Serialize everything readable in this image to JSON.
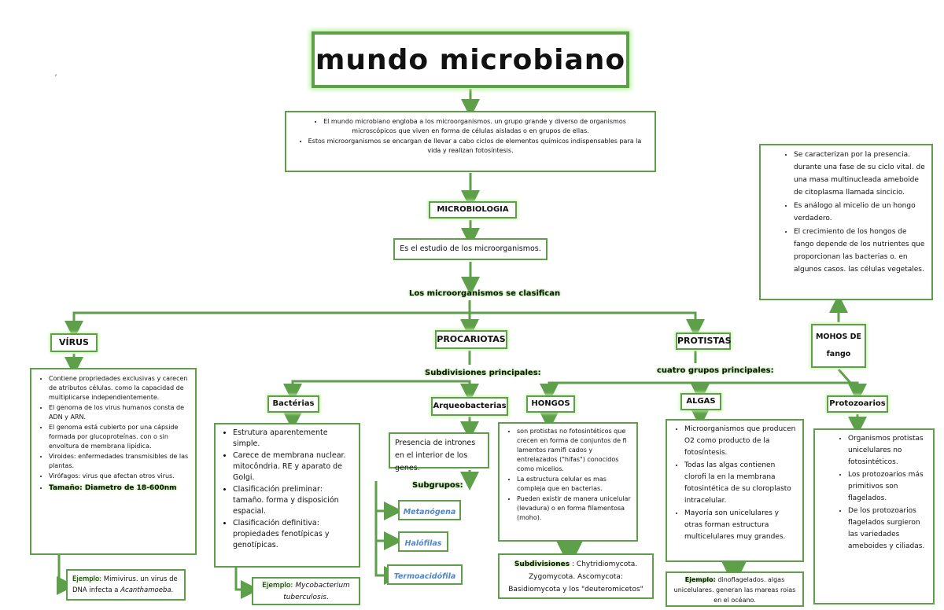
{
  "title": "mundo microbiano",
  "corner_mark": "ˏ",
  "intro": [
    "El mundo microbiano engloba a los microorganismos. un grupo grande y diverso de organismos microscópicos que viven en forma de células aisladas o en grupos de ellas.",
    "Estos microorganismos se encargan de llevar a cabo ciclos de elementos químicos indispensables para la vida y realizan fotosíntesis."
  ],
  "microbiologia": "MICROBIOLOGIA",
  "estudio": "Es el estudio de los microorganismos.",
  "clasifican": "Los microorganismos se clasifican",
  "virus": {
    "label": "VÍRUS",
    "items": [
      "Contiene propriedades exclusivas y carecen de atributos células. como la capacidad de multiplicarse independientemente.",
      "El genoma de los virus humanos consta de ADN y ARN.",
      "El genoma está cubierto por una cápside formada por glucoproteínas. con o sin envoltura de membrana lipídica.",
      "Viroides: enfermedades transmisibles de las plantas.",
      "Virófagos: virus que afectan otros virus.",
      "Tamaño: Diametro de 18-600nm"
    ],
    "ejemplo_label": "Ejemplo:",
    "ejemplo_text": " Mimivirus. un virus de DNA infecta a ",
    "ejemplo_species": "Acanthamoeba",
    "ejemplo_end": "."
  },
  "procariotas": {
    "label": "PROCARIOTAS",
    "subdiv": "Subdivisiones principales:",
    "bacterias": {
      "label": "Bactérias",
      "items": [
        "Estrutura aparentemente simple.",
        "Carece de membrana nuclear. mitocôndria. RE y aparato de Golgi.",
        "Clasificación preliminar: tamaño. forma y disposición espacial.",
        "Clasificación definitiva: propiedades fenotípicas y genotípicas."
      ],
      "ejemplo_label": "Ejemplo:",
      "ejemplo_species": "Mycobacterium tuberculosis",
      "ejemplo_end": "."
    },
    "arqueo": {
      "label": "Arqueobacterias",
      "text": "Presencia de intrones en el interior de los genes.",
      "subgrupos": "Subgrupos:",
      "groups": [
        "Metanógena",
        "Halófilas",
        "Termoacidófila"
      ]
    }
  },
  "protistas": {
    "label": "PROTISTAS",
    "grupos": "cuatro grupos principales:",
    "hongos": {
      "label": "HONGOS",
      "items": [
        "son protistas no fotosintéticos que crecen en forma de conjuntos de fi lamentos ramifi cados y entrelazados (\"hifas\") conocidos como micelios.",
        "La estructura celular es mas compleja que en bacterias.",
        "Pueden existir de manera unicelular (levadura) o en forma filamentosa (moho)."
      ],
      "subdiv_label": "Subdivisiones",
      "subdiv_text": " : Chytridiomycota. Zygomycota. Ascomycota: Basidiomycota y los \"deuteromicetos\""
    },
    "algas": {
      "label": "ALGAS",
      "items": [
        "Microorganismos que producen O2 como producto de la fotosíntesis.",
        "Todas las algas contienen clorofi la en la membrana fotosintética de su cloroplasto intracelular.",
        "Mayoría son unicelulares y otras forman estructura multicelulares muy grandes."
      ],
      "ejemplo_label": "Ejemplo:",
      "ejemplo_text": " dinoflagelados. algas unicelulares. generan las mareas roias en el océano."
    },
    "protozoarios": {
      "label": "Protozoarios",
      "items": [
        "Organismos protistas unicelulares no fotosintéticos.",
        "Los protozoarios más primitivos son flagelados.",
        "De los protozoarios flagelados surgieron las variedades ameboides y ciliadas."
      ]
    },
    "mohos": {
      "label": "MOHOS DE fango",
      "items": [
        "Se caracterizan por la presencia. durante una fase de su ciclo vital. de una masa multinucleada ameboide de citoplasma llamada sincicio.",
        "Es análogo al micelio de un hongo verdadero.",
        "El crecimiento de los hongos de fango depende de los nutrientes que proporcionan las bacterias o. en algunos casos. las células vegetales."
      ]
    }
  }
}
